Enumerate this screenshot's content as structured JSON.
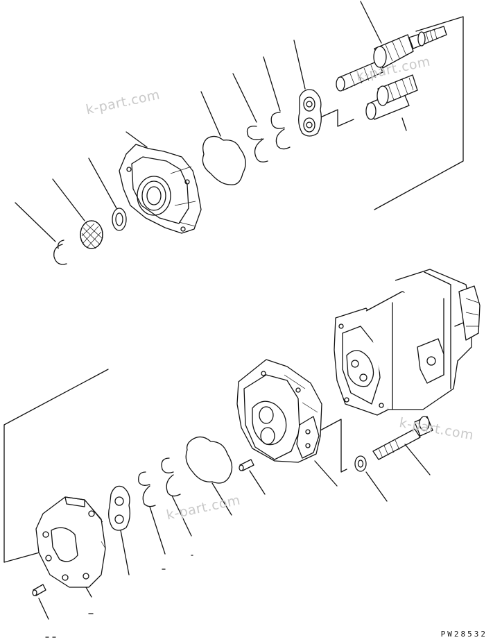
{
  "watermarks": [
    "k-part.com",
    "k-part.com",
    "k-part.com",
    "k-part.com"
  ],
  "drawing_code": "PW28532"
}
